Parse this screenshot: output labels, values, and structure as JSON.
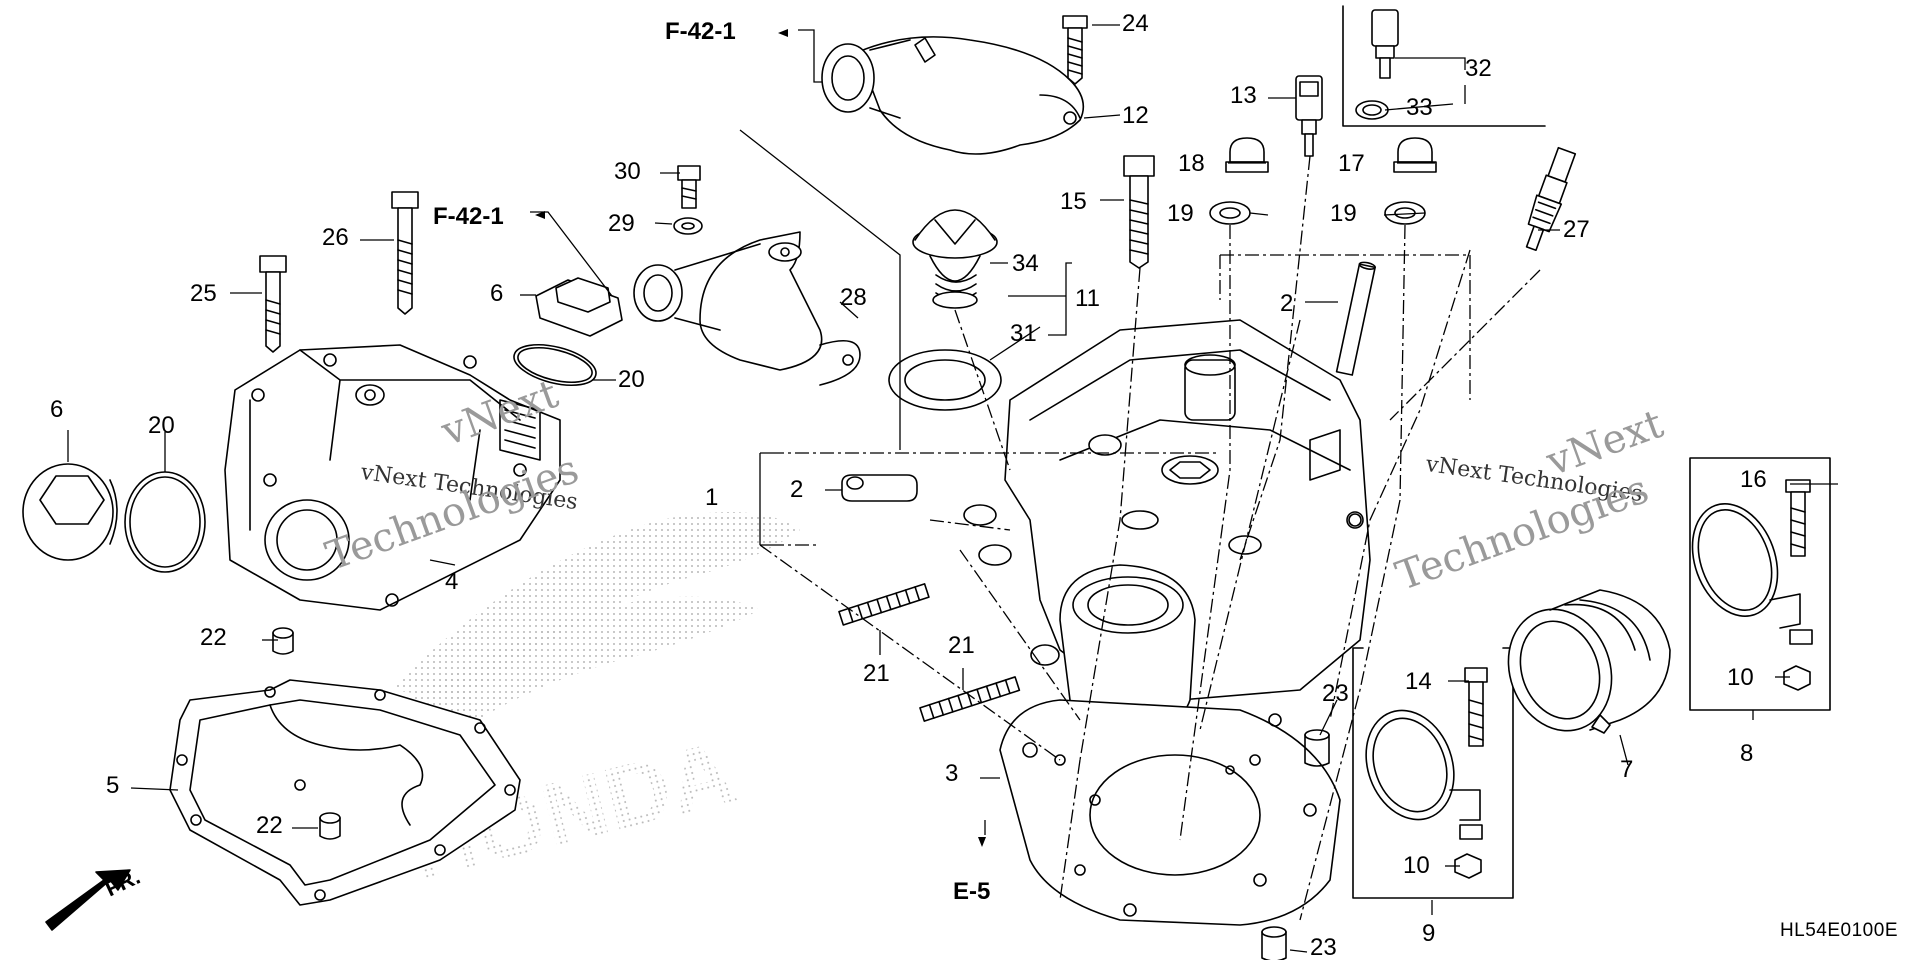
{
  "diagram": {
    "code": "HL54E0100E",
    "watermark_line1": "vNext",
    "watermark_line2": "vNext Technologies",
    "watermark_line3": "Technologies",
    "brand_ghost": "HONDA",
    "front_marker": "FR.",
    "references": [
      {
        "id": "ref-f421-top",
        "text": "F-42-1"
      },
      {
        "id": "ref-f421-mid",
        "text": "F-42-1"
      },
      {
        "id": "ref-e5",
        "text": "E-5"
      }
    ],
    "callouts": [
      "24",
      "12",
      "13",
      "32",
      "33",
      "18",
      "17",
      "30",
      "15",
      "19",
      "19",
      "27",
      "29",
      "26",
      "34",
      "11",
      "6",
      "2",
      "31",
      "28",
      "25",
      "20",
      "6",
      "20",
      "1",
      "2",
      "16",
      "4",
      "22",
      "21",
      "21",
      "14",
      "10",
      "23",
      "5",
      "22",
      "3",
      "7",
      "8",
      "10",
      "23",
      "9"
    ]
  }
}
